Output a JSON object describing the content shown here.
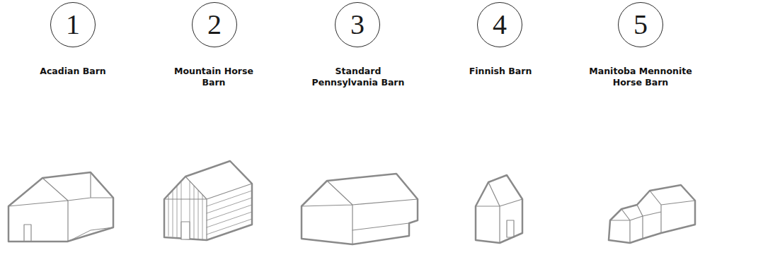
{
  "diagram": {
    "nodes": [
      {
        "text": [
          "1"
        ]
      },
      {
        "text": [
          "2"
        ]
      },
      {
        "text": [
          "3"
        ]
      },
      {
        "text": [
          "4"
        ]
      },
      {
        "text": [
          "5"
        ]
      }
    ],
    "labels": [
      "Acadian Barn",
      "Mountain Horse Barn",
      "Standard Pennsylvania Barn",
      "Finnish Barn",
      "Manitoba Mennonite Horse Barn"
    ]
  }
}
